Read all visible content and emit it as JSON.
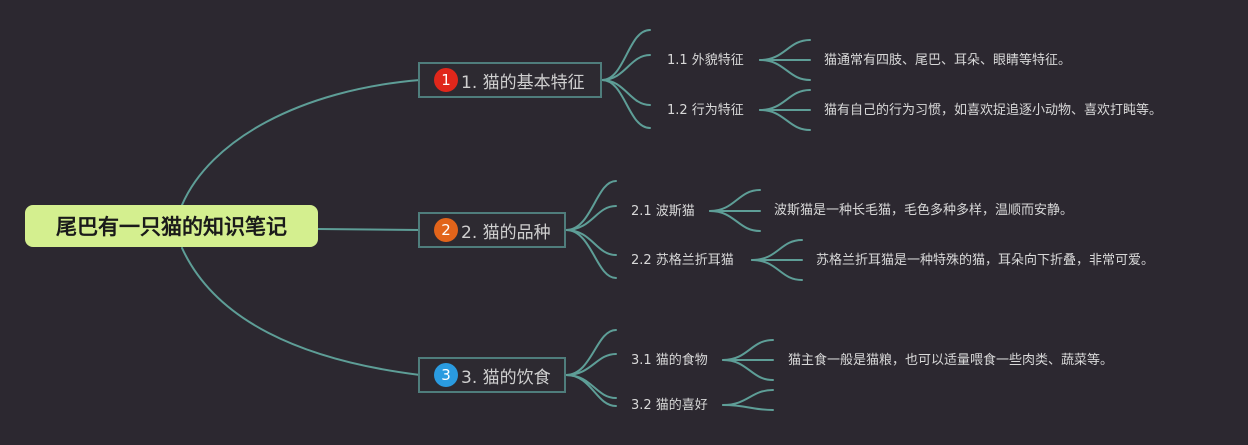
{
  "root": {
    "label": "尾巴有一只猫的知识笔记"
  },
  "topics": [
    {
      "number": "1",
      "label": "1. 猫的基本特征",
      "badge_color": "#e0271b",
      "children": [
        {
          "label": "1.1 外貌特征",
          "detail": "猫通常有四肢、尾巴、耳朵、眼睛等特征。"
        },
        {
          "label": "1.2 行为特征",
          "detail": "猫有自己的行为习惯，如喜欢捉追逐小动物、喜欢打盹等。"
        }
      ]
    },
    {
      "number": "2",
      "label": "2. 猫的品种",
      "badge_color": "#e2641a",
      "children": [
        {
          "label": "2.1 波斯猫",
          "detail": "波斯猫是一种长毛猫，毛色多种多样，温顺而安静。"
        },
        {
          "label": "2.2 苏格兰折耳猫",
          "detail": "苏格兰折耳猫是一种特殊的猫，耳朵向下折叠，非常可爱。"
        }
      ]
    },
    {
      "number": "3",
      "label": "3. 猫的饮食",
      "badge_color": "#2a9be0",
      "children": [
        {
          "label": "3.1 猫的食物",
          "detail": "猫主食一般是猫粮，也可以适量喂食一些肉类、蔬菜等。"
        },
        {
          "label": "3.2 猫的喜好",
          "detail": ""
        }
      ]
    }
  ],
  "colors": {
    "background": "#2c2830",
    "line": "#5e9e97",
    "root_fill": "#d4ef8f",
    "topic_border": "#4f7d7c"
  }
}
